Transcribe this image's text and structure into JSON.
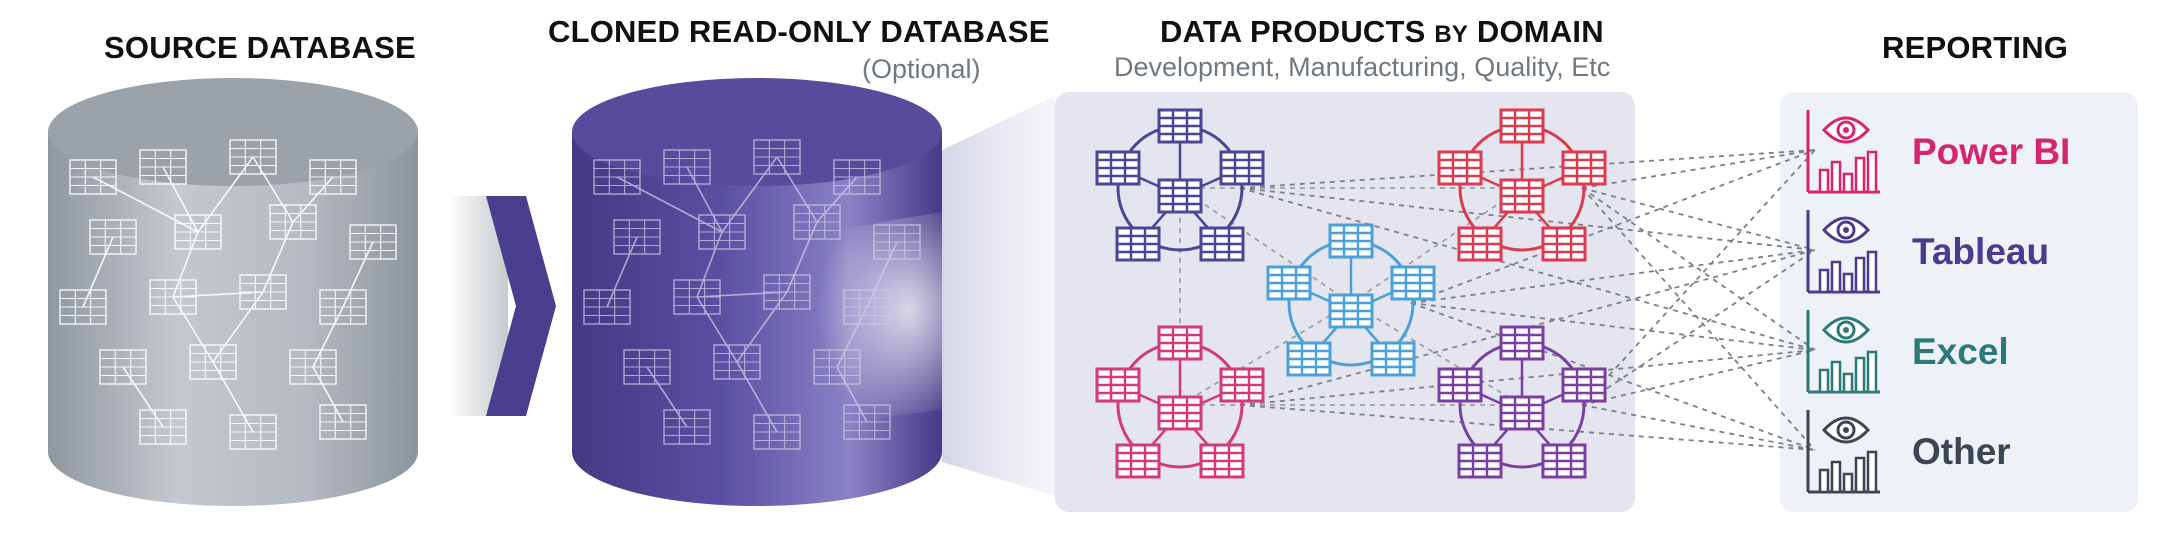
{
  "sections": {
    "source": {
      "title": "SOURCE DATABASE"
    },
    "clone": {
      "title": "CLONED READ-ONLY DATABASE",
      "note": "(Optional)"
    },
    "products": {
      "title_a": "DATA PRODUCTS ",
      "title_b": "BY",
      "title_c": " DOMAIN",
      "subtitle": "Development, Manufacturing, Quality, Etc"
    },
    "reporting": {
      "title": "REPORTING"
    }
  },
  "reporting_tools": [
    {
      "label": "Power BI",
      "color": "#d6246e",
      "icon": "eye-chart-icon"
    },
    {
      "label": "Tableau",
      "color": "#4b3b8f",
      "icon": "eye-chart-icon"
    },
    {
      "label": "Excel",
      "color": "#2a7a78",
      "icon": "eye-chart-icon"
    },
    {
      "label": "Other",
      "color": "#3b4652",
      "icon": "eye-chart-icon"
    }
  ],
  "domain_colors": {
    "navy": "#4a4594",
    "red": "#dc3a4f",
    "blue": "#4aa0d8",
    "pink": "#d23a7a",
    "purple": "#7a3fa3"
  },
  "colors": {
    "source_cylinder": "#a9b0b6",
    "clone_cylinder": "#4b3f94",
    "arrow": "#4a3f8f",
    "panel": "#e6e7ef",
    "reporting_panel": "#eef1f5"
  }
}
